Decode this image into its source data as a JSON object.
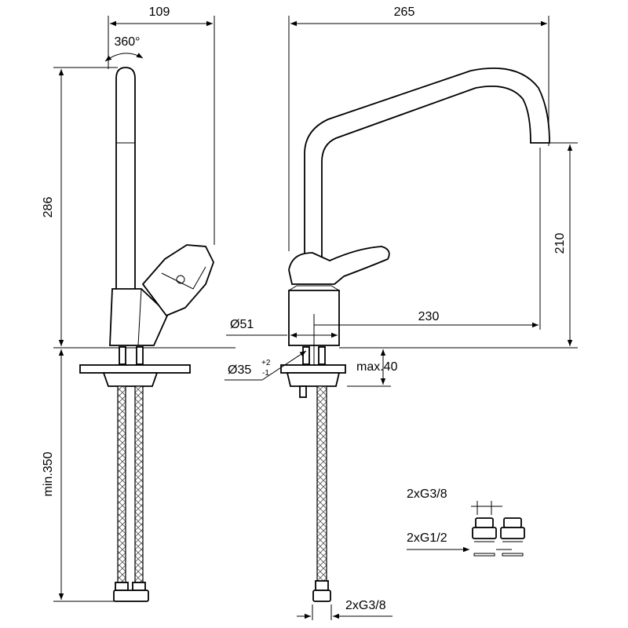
{
  "dimensions": {
    "side_width": "109",
    "rotation": "360°",
    "side_height": "286",
    "min_hose": "min.350",
    "front_width": "265",
    "spout_height": "210",
    "reach": "230",
    "base_diameter": "Ø51",
    "hole_diameter": "Ø35",
    "tol_plus": "+2",
    "tol_minus": "-1",
    "max_thickness": "max.40",
    "hose_thread": "2xG3/8",
    "adapter_thread_top": "2xG3/8",
    "adapter_thread_bottom": "2xG1/2"
  }
}
